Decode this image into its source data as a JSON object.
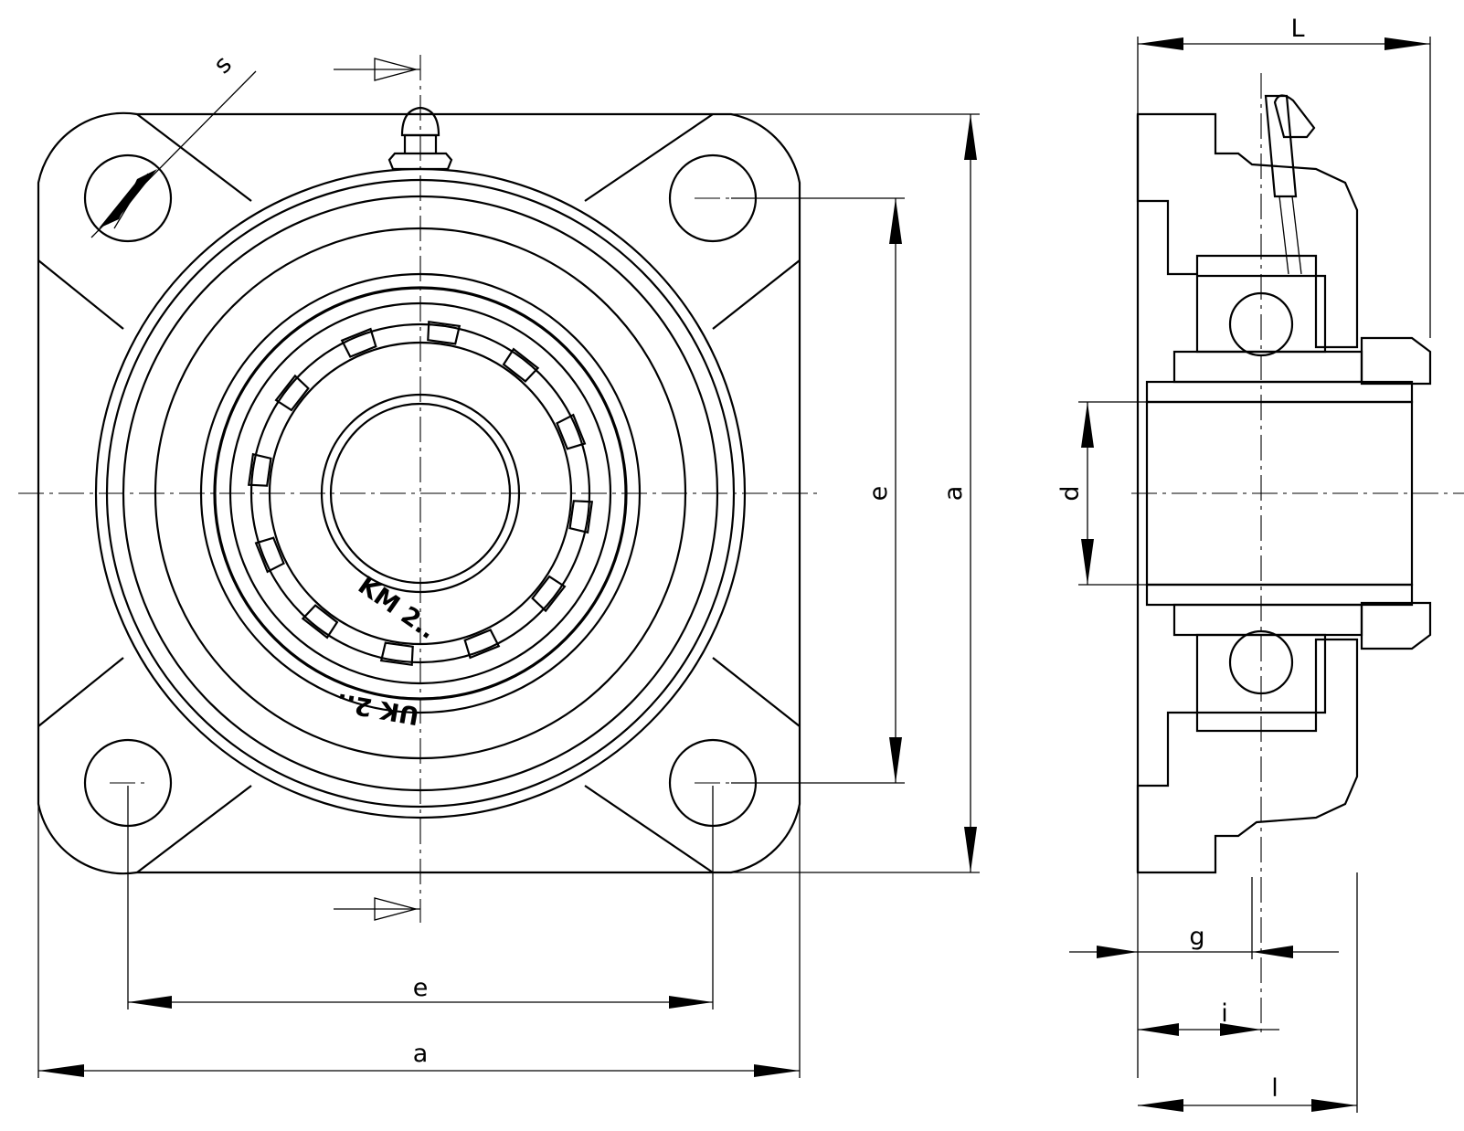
{
  "front_view": {
    "dimensions": {
      "s": "s",
      "e_horizontal": "e",
      "a_horizontal": "a",
      "e_vertical": "e",
      "a_vertical": "a"
    },
    "markings": {
      "locknut": "KM 2..",
      "insert": "UK 2.."
    }
  },
  "side_view": {
    "dimensions": {
      "L": "L",
      "d": "d",
      "g": "g",
      "i": "i",
      "l": "l"
    }
  }
}
